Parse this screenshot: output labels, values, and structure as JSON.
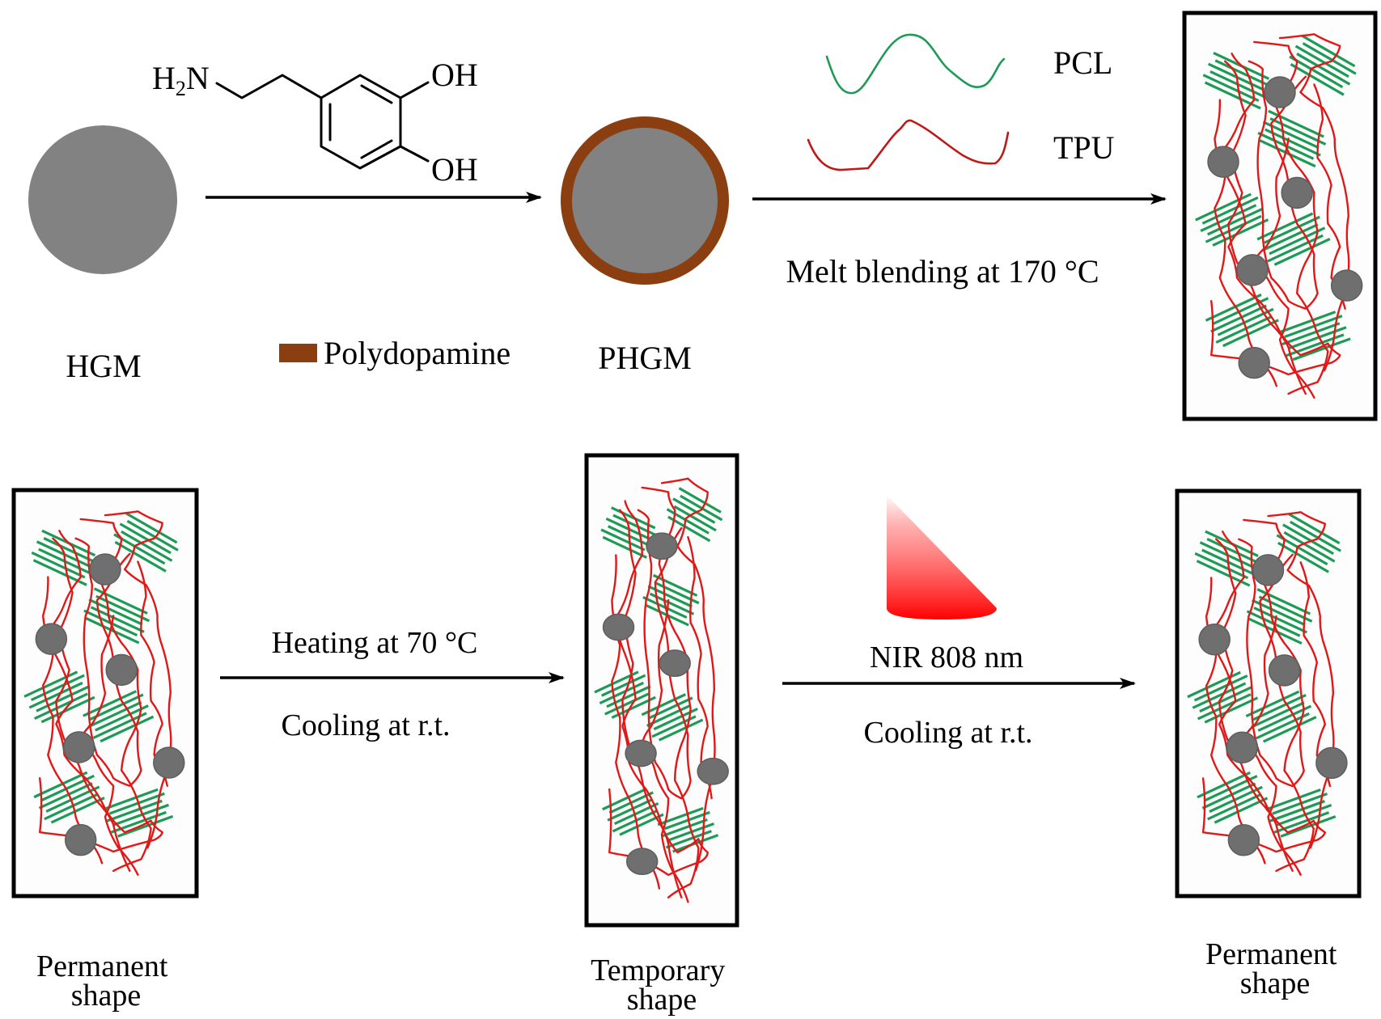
{
  "colors": {
    "microsphere": "#828282",
    "polydopamine": "#8b3f10",
    "pcl": "#1d9a55",
    "tpu": "#e01818",
    "nir_beam": "#ff0000",
    "frame": "#000000"
  },
  "step1": {
    "hgm_label": "HGM",
    "reagent": {
      "name": "dopamine",
      "amine_label": "H",
      "amine_sub": "2",
      "amine_n": "N",
      "hydroxyl_top": "OH",
      "hydroxyl_bottom": "OH"
    },
    "legend_label": "Polydopamine",
    "product_label": "PHGM"
  },
  "step2": {
    "legend": [
      {
        "name": "PCL",
        "label": "PCL"
      },
      {
        "name": "TPU",
        "label": "TPU"
      }
    ],
    "condition": "Melt blending at 170 °C"
  },
  "step3": {
    "condition_top": "Heating at 70 °C",
    "condition_bottom": "Cooling at r.t."
  },
  "step4": {
    "condition_top": "NIR 808 nm",
    "condition_bottom": "Cooling at r.t."
  },
  "shapes": [
    {
      "id": "composite",
      "label_lines": []
    },
    {
      "id": "permanent-1",
      "label_lines": [
        "Permanent",
        "shape"
      ]
    },
    {
      "id": "temporary",
      "label_lines": [
        "Temporary",
        "shape"
      ]
    },
    {
      "id": "permanent-2",
      "label_lines": [
        "Permanent",
        "shape"
      ]
    }
  ]
}
